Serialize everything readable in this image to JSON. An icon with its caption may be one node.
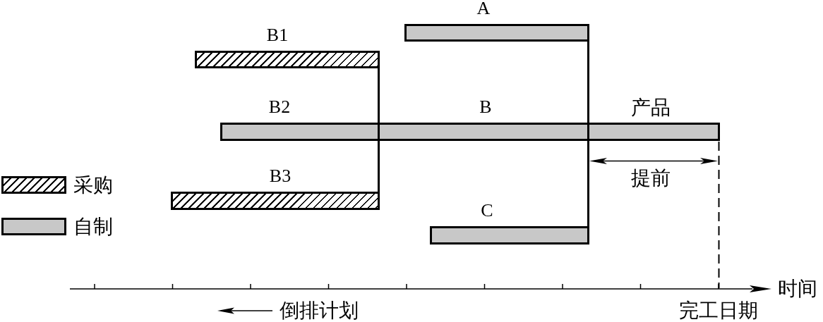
{
  "diagram": {
    "nodes": [
      {
        "text": [
          "A"
        ]
      },
      {
        "text": [
          "B1"
        ]
      },
      {
        "text": [
          "B2"
        ]
      },
      {
        "text": [
          "B"
        ]
      },
      {
        "text": [
          "产品"
        ]
      },
      {
        "text": [
          "B3"
        ]
      },
      {
        "text": [
          "C"
        ]
      }
    ],
    "edges": [
      {
        "from": 1,
        "to": 3,
        "arrow": "none"
      },
      {
        "from": 5,
        "to": 3,
        "arrow": "none"
      },
      {
        "from": 0,
        "to": 4,
        "arrow": "none"
      },
      {
        "from": 6,
        "to": 4,
        "arrow": "none"
      }
    ],
    "labels": [
      "提前",
      "时间",
      "倒排计划",
      "完工日期"
    ],
    "legend": [
      {
        "text": "采购"
      },
      {
        "text": "自制",
        "color": "#c8c8c8"
      }
    ]
  }
}
